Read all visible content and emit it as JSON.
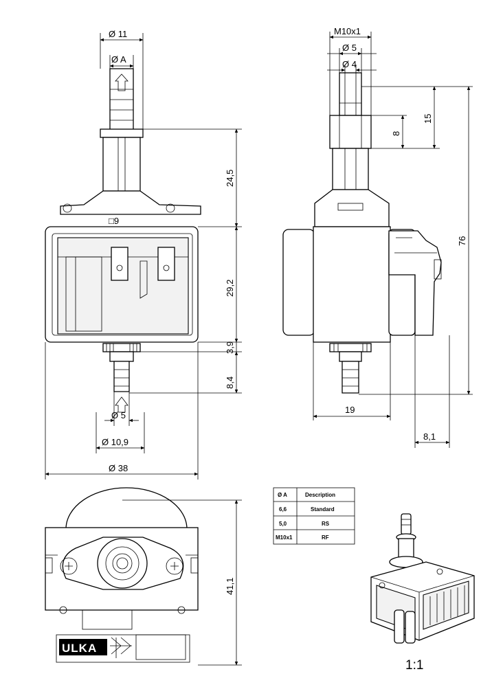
{
  "front_view": {
    "dim_outlet_diameter": "Ø 11",
    "dim_outlet_thread": "Ø A",
    "dim_upper_height": "24,5",
    "dim_body_height": "29,2",
    "dim_collar_height": "3,9",
    "dim_inlet_length": "8,4",
    "dim_inlet_inner": "Ø 5",
    "dim_inlet_outer": "Ø 10,9",
    "dim_body_width": "Ø 38"
  },
  "side_view": {
    "dim_thread": "M10x1",
    "dim_diam_5": "Ø 5",
    "dim_diam_4": "Ø 4",
    "dim_thread_len": "8",
    "dim_fitting_len": "15",
    "dim_total_height": "76",
    "dim_body_depth": "19",
    "dim_offset": "8,1"
  },
  "bottom_view": {
    "dim_height": "41,1",
    "logo_text": "ULKA"
  },
  "variant_table": {
    "headers": [
      "Ø A",
      "Description"
    ],
    "rows": [
      [
        "6,6",
        "Standard"
      ],
      [
        "5,0",
        "RS"
      ],
      [
        "M10x1",
        "RF"
      ]
    ]
  },
  "scale_label": "1:1"
}
